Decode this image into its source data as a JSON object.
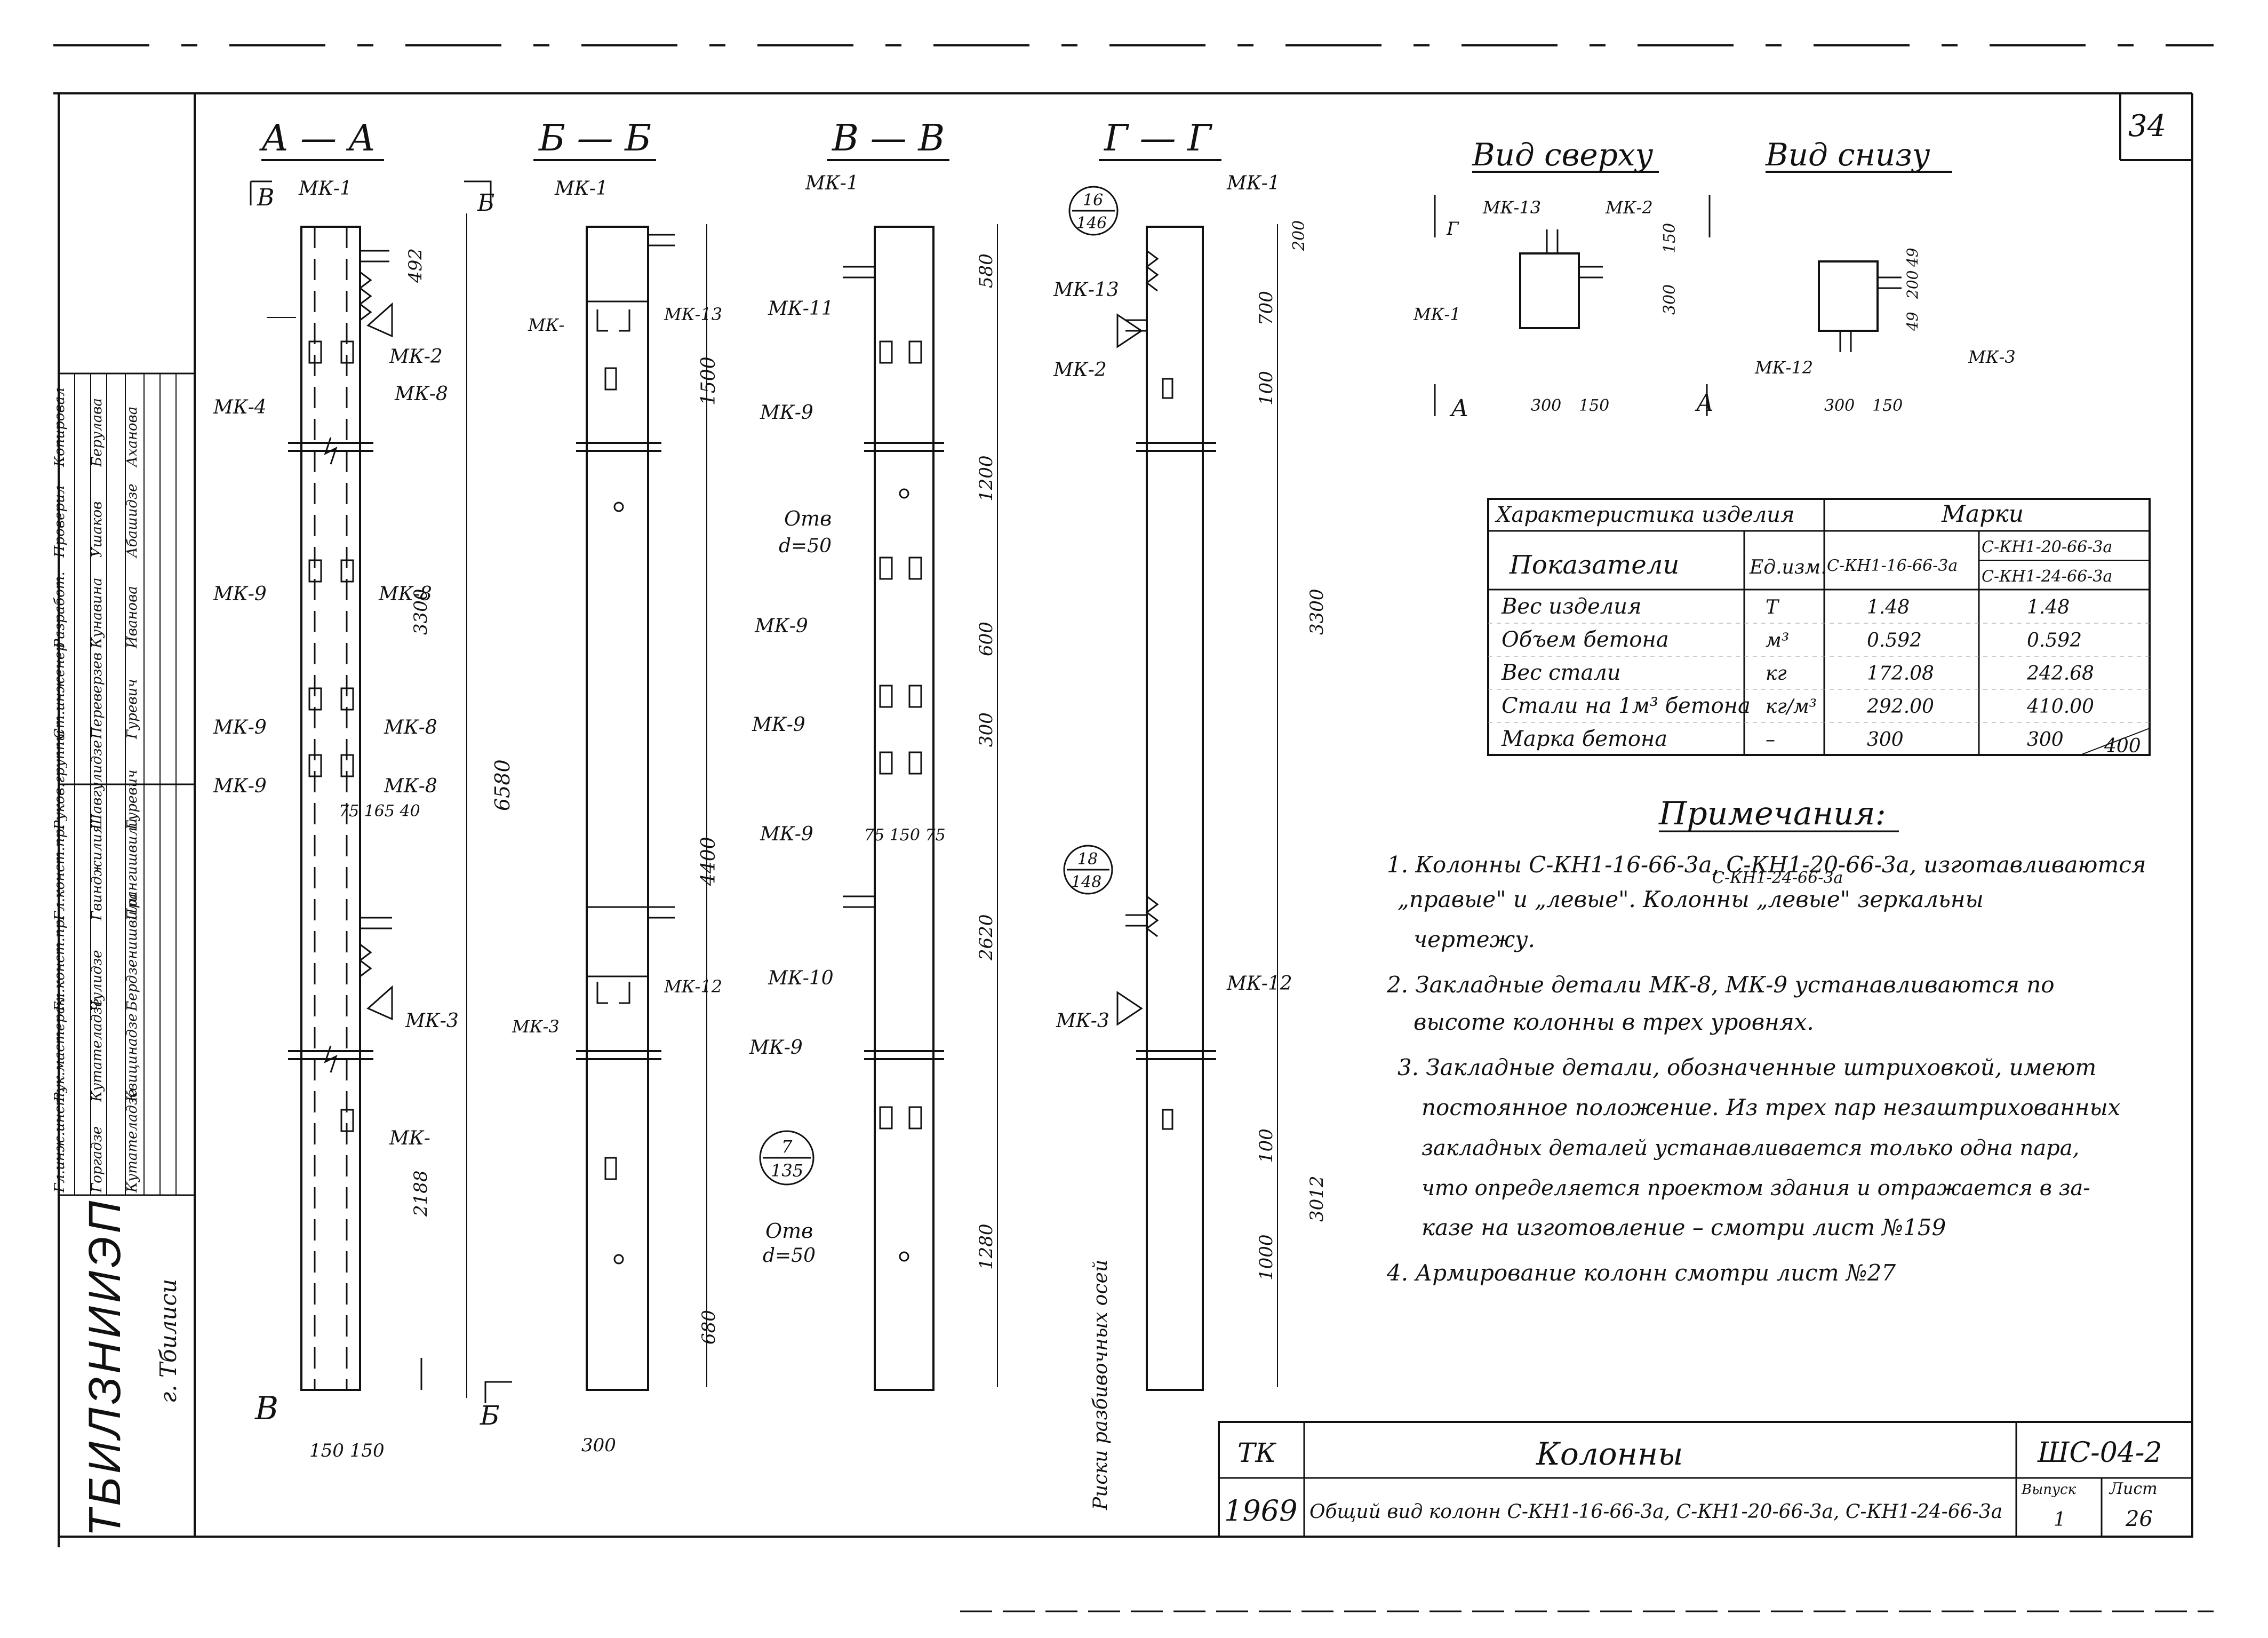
{
  "sheet_number": "34",
  "sections": {
    "aa": "А — А",
    "bb": "Б — Б",
    "vv": "В — В",
    "gg": "Г — Г",
    "cut_b": "В",
    "cut_bb": "Б"
  },
  "views": {
    "top": "Вид сверху",
    "bottom": "Вид снизу",
    "top_dims": [
      "300",
      "150"
    ],
    "bottom_dims": [
      "300",
      "150"
    ],
    "top_side_dims": [
      "300",
      "150"
    ],
    "bottom_side_dims": [
      "49",
      "200",
      "49"
    ],
    "top_parts": [
      "МК-13",
      "МК-2",
      "МК-1"
    ],
    "bottom_parts": [
      "МК-12",
      "МК-3"
    ],
    "arrow_a": "А",
    "arrow_g": "Г"
  },
  "parts": {
    "mk1": "МК-1",
    "mk2": "МК-2",
    "mk3": "МК-3",
    "mk4": "МК-4",
    "mk8": "МК-8",
    "mk9": "МК-9",
    "mk10": "МК-10",
    "mk11": "МК-11",
    "mk12": "МК-12",
    "mk13": "МК-13",
    "mk_": "МК-",
    "mk_short": "МК"
  },
  "dims": {
    "d492": "492",
    "d1500": "1500",
    "d3300": "3300",
    "d6580": "6580",
    "d4400": "4400",
    "d2188": "2188",
    "d580": "580",
    "d1200": "1200",
    "d600": "600",
    "d300": "300",
    "d2620": "2620",
    "d1280": "1280",
    "d680": "680",
    "d700": "700",
    "d100": "100",
    "d200": "200",
    "d3300b": "3300",
    "d3012": "3012",
    "d1000": "1000",
    "d100b": "100",
    "base_aa": "150 150",
    "base_bb": "300",
    "steps_aa": "75 165 40",
    "steps_vv": "75 150 75",
    "hole1": "Отв",
    "hole1_d": "d=50",
    "hole2": "Отв",
    "hole2_d": "d=50",
    "axis_note": "Риски разбивочных осей"
  },
  "callouts": [
    {
      "top": "16",
      "bottom": "146"
    },
    {
      "top": "18",
      "bottom": "148"
    },
    {
      "top": "7",
      "bottom": "135"
    }
  ],
  "table": {
    "title": "Характеристика изделия",
    "marks": "Марки",
    "col_indicators": "Показатели",
    "col_unit": "Ед.изм.",
    "col_m1": "С-КН1-16-66-3а",
    "col_m2a": "С-КН1-20-66-3а",
    "col_m2b": "С-КН1-24-66-3а",
    "rows": [
      {
        "name": "Вес изделия",
        "unit": "Т",
        "v1": "1.48",
        "v2": "1.48"
      },
      {
        "name": "Объем бетона",
        "unit": "м³",
        "v1": "0.592",
        "v2": "0.592"
      },
      {
        "name": "Вес стали",
        "unit": "кг",
        "v1": "172.08",
        "v2": "242.68"
      },
      {
        "name": "Стали на 1м³ бетона",
        "unit": "кг/м³",
        "v1": "292.00",
        "v2": "410.00"
      },
      {
        "name": "Марка бетона",
        "unit": "–",
        "v1": "300",
        "v2": "300",
        "v2b": "400"
      }
    ]
  },
  "notes": {
    "title": "Примечания:",
    "n1a": "1. Колонны С-КН1-16-66-3а, С-КН1-20-66-3а, изготавливаются",
    "n1b": "С-КН1-24-66-3а",
    "n1c": "„правые\" и „левые\". Колонны „левые\" зеркальны",
    "n1d": "чертежу.",
    "n2a": "2. Закладные детали МК-8, МК-9 устанавливаются по",
    "n2b": "высоте колонны в трех уровнях.",
    "n3a": "3. Закладные детали, обозначенные штриховкой, имеют",
    "n3b": "постоянное положение. Из трех пар незаштрихованных",
    "n3c": "закладных деталей устанавливается только одна пара,",
    "n3d": "что определяется проектом здания и отражается в за-",
    "n3e": "казе на изготовление – смотри лист №159",
    "n4": "4. Армирование колонн смотри лист №27"
  },
  "stamp": {
    "tk": "ТК",
    "year": "1969",
    "title": "Колонны",
    "code": "ШС-04-2",
    "desc": "Общий вид колонн С-КН1-16-66-3а, С-КН1-20-66-3а, С-КН1-24-66-3а",
    "issue_label": "Выпуск",
    "issue": "1",
    "sheet_label": "Лист",
    "sheet": "26"
  },
  "side_stamp": {
    "org": "ТБИЛЗНИИЭП",
    "city": "г. Тбилиси",
    "roles": [
      "Гл.инж.инст.",
      "Рук.мастерск.",
      "Гл.конст.пр.",
      "Гл.конст.пр.",
      "Руков.группы",
      "Ст.инженер",
      "Разработ.",
      "Проверил",
      "Копировал"
    ],
    "names1": [
      "Горгадзе",
      "Кутателадзе",
      "Чулидзе",
      "Гвинджилия",
      "Шавгулидзе",
      "Переверзев",
      "Кунавина",
      "Ушаков",
      "Берулава"
    ],
    "names2": [
      "Кутателадзе",
      "Квицинадзе",
      "Бердзенишвили",
      "Прангишвили",
      "Гуревич",
      "Гуревич",
      "Иванова",
      "Абашидзе",
      "Аханова"
    ]
  }
}
